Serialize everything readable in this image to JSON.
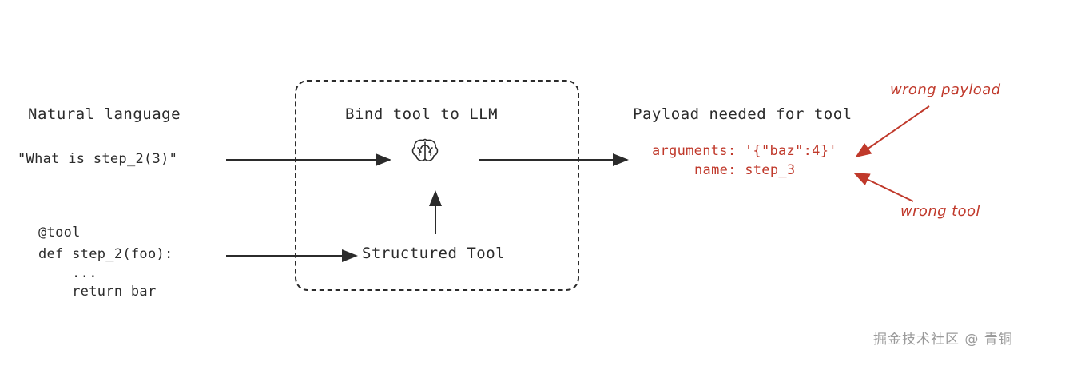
{
  "diagram": {
    "left_column": {
      "title": "Natural language",
      "query": "\"What is step_2(3)\"",
      "code_lines": [
        "@tool",
        "def step_2(foo):",
        "    ...",
        "    return bar"
      ]
    },
    "center_box": {
      "title": "Bind tool to LLM",
      "brain_icon": "brain-icon",
      "subtitle": "Structured Tool"
    },
    "right_column": {
      "title": "Payload needed for tool",
      "payload_lines": [
        "arguments: '{\"baz\":4}'",
        "name: step_3"
      ]
    },
    "annotations": [
      {
        "label": "wrong payload"
      },
      {
        "label": "wrong tool"
      }
    ],
    "colors": {
      "ink": "#2b2b2b",
      "accent_red": "#c0392b",
      "watermark": "#9a9a9a",
      "background": "#ffffff"
    }
  },
  "watermark": {
    "text": "掘金技术社区 @ 青铜"
  }
}
